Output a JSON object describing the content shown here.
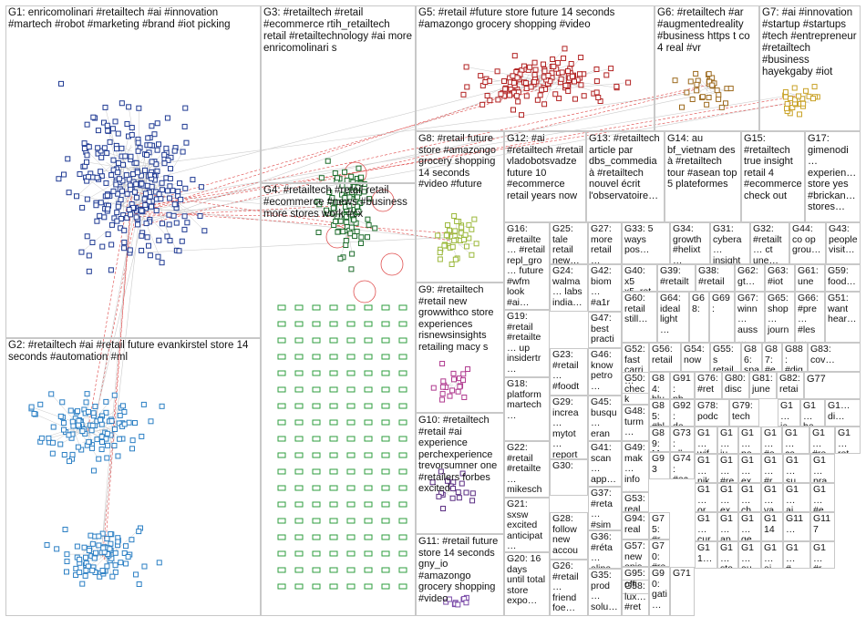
{
  "groups": [
    {
      "id": "G1",
      "label": "G1: enricomolinari #retailtech #ai #innovation #martech #robot #marketing #brand #iot picking",
      "color": "#1f3a93"
    },
    {
      "id": "G2",
      "label": "G2: #retailtech #ai #retail future evankirstel store 14 seconds #automation #ml",
      "color": "#2b7fc4"
    },
    {
      "id": "G3",
      "label": "G3: #retailtech #retail #ecommerce rtih_retailtech retail #retailtechnology #ai more enricomolinari s",
      "color": "#1c6b2a"
    },
    {
      "id": "G4",
      "label": "G4: #retailtech #retail retail #ecommerce #news #business more stores work #cx",
      "color": "#2e9e3e"
    },
    {
      "id": "G5",
      "label": "G5: #retail #future store future 14 seconds #amazongo grocery shopping #video",
      "color": "#b22222"
    },
    {
      "id": "G6",
      "label": "G6: #retailtech #ar #augmentedreality #business https t co 4 real #vr",
      "color": "#9c6a1e"
    },
    {
      "id": "G7",
      "label": "G7: #ai #innovation #startup #startups #tech #entrepreneur #retailtech #business hayekgaby #iot",
      "color": "#c9a227"
    },
    {
      "id": "G8",
      "label": "G8: #retail future store #amazongo grocery shopping 14 seconds #video #future",
      "color": "#9bb83a"
    },
    {
      "id": "G9",
      "label": "G9: #retailtech #retail new growwithco store experiences risnewsinsights retailing macy s",
      "color": "#b03a8f"
    },
    {
      "id": "G10",
      "label": "G10: #retailtech #retail #ai experience perchexperience trevorsumner one #retailers forbes excited",
      "color": "#5a2d82"
    },
    {
      "id": "G11",
      "label": "G11: #retail future store 14 seconds gny_io #amazongo grocery shopping #video",
      "color": "#7a4aa8"
    },
    {
      "id": "G12",
      "label": "G12: #ai #retailtech #retail vladobotsvadze future 10 #ecommerce retail years now",
      "color": "#3a7a3a"
    },
    {
      "id": "G13",
      "label": "G13: #retailtech article par dbs_commedia à #retailtech nouvel écrit l'observatoire…",
      "color": "#444444"
    },
    {
      "id": "G14",
      "label": "G14: au bf_vietnam des à #retailtech tour #asean top 5 plateformes",
      "color": "#777777"
    },
    {
      "id": "G15",
      "label": "G15: #retailtech true insight retail 4 #ecommerce check out",
      "color": "#666666"
    },
    {
      "id": "G17",
      "label": "G17: gimenodi… experien… store yes #brickan… stores…",
      "color": "#555555"
    },
    {
      "id": "G16",
      "label": "G16: #retailte… #retail repl_gro… future #wfm look #ai…",
      "color": "#6a8a2a"
    },
    {
      "id": "G25",
      "label": "G25: tale retail new…",
      "color": "#888888"
    },
    {
      "id": "G27",
      "label": "G27: more retail…",
      "color": "#cc3366"
    },
    {
      "id": "G33",
      "label": "G33: 5 ways pos…",
      "color": "#999999"
    },
    {
      "id": "G34",
      "label": "G34: growth #helixt…",
      "color": "#444444"
    },
    {
      "id": "G31",
      "label": "G31: cybera… insight…",
      "color": "#777777"
    },
    {
      "id": "G32",
      "label": "G32: #retailt… ct une…",
      "color": "#777777"
    },
    {
      "id": "G44",
      "label": "G44: co op grou…",
      "color": "#777777"
    },
    {
      "id": "G43",
      "label": "G43: people visit…",
      "color": "#777777"
    },
    {
      "id": "G24",
      "label": "G24: walma… labs india…",
      "color": "#555555"
    },
    {
      "id": "G42",
      "label": "G42: biom… #a1r…",
      "color": "#a0306a"
    },
    {
      "id": "G40",
      "label": "G40: x5 x5_ret…",
      "color": "#777777"
    },
    {
      "id": "G39",
      "label": "G39: #retailt…",
      "color": "#777777"
    },
    {
      "id": "G38",
      "label": "G38: #retail…",
      "color": "#777777"
    },
    {
      "id": "G62",
      "label": "G62: gt…",
      "color": "#777777"
    },
    {
      "id": "G63",
      "label": "G63: #iot…",
      "color": "#777777"
    },
    {
      "id": "G61",
      "label": "G61: une…",
      "color": "#777777"
    },
    {
      "id": "G59",
      "label": "G59: food…",
      "color": "#777777"
    },
    {
      "id": "G19",
      "label": "G19: #retail #retailte… up insidertr…",
      "color": "#8a5a2a"
    },
    {
      "id": "G47",
      "label": "G47: best practi…",
      "color": "#777777"
    },
    {
      "id": "G60",
      "label": "G60: retail still…",
      "color": "#777777"
    },
    {
      "id": "G64",
      "label": "G64: ideal light…",
      "color": "#777777"
    },
    {
      "id": "G68",
      "label": "G68:",
      "color": "#3a9a3a"
    },
    {
      "id": "G69",
      "label": "G69:",
      "color": "#777777"
    },
    {
      "id": "G67",
      "label": "G67: winn… auss…",
      "color": "#777777"
    },
    {
      "id": "G65",
      "label": "G65: shop… journ…",
      "color": "#777777"
    },
    {
      "id": "G66",
      "label": "G66: #pre… #les…",
      "color": "#777777"
    },
    {
      "id": "G51",
      "label": "G51: want hear…",
      "color": "#777777"
    },
    {
      "id": "G23",
      "label": "G23: #retail… #foodt… apply…",
      "color": "#777777"
    },
    {
      "id": "G46",
      "label": "G46: know petro…",
      "color": "#777777"
    },
    {
      "id": "G52",
      "label": "G52: fast carri…",
      "color": "#777777"
    },
    {
      "id": "G56",
      "label": "G56: retail…",
      "color": "#777777"
    },
    {
      "id": "G54",
      "label": "G54: now…",
      "color": "#777777"
    },
    {
      "id": "G55",
      "label": "G55: s retail…",
      "color": "#777777"
    },
    {
      "id": "G86",
      "label": "G86: spa…",
      "color": "#777777"
    },
    {
      "id": "G87",
      "label": "G87: #ec…",
      "color": "#777777"
    },
    {
      "id": "G88",
      "label": "G88: #dig…",
      "color": "#777777"
    },
    {
      "id": "G83",
      "label": "G83: cov…",
      "color": "#777777"
    },
    {
      "id": "G18",
      "label": "G18: platform martech…",
      "color": "#777777"
    },
    {
      "id": "G50",
      "label": "G50: check out…",
      "color": "#777777"
    },
    {
      "id": "G84",
      "label": "G84: blu…",
      "color": "#777777"
    },
    {
      "id": "G91",
      "label": "G91: ph…",
      "color": "#777777"
    },
    {
      "id": "G76",
      "label": "G76: #ret…",
      "color": "#777777"
    },
    {
      "id": "G80",
      "label": "G80: disc…",
      "color": "#777777"
    },
    {
      "id": "G81",
      "label": "G81: june…",
      "color": "#777777"
    },
    {
      "id": "G82",
      "label": "G82: retai…",
      "color": "#777777"
    },
    {
      "id": "G77",
      "label": "G77",
      "color": "#777777"
    },
    {
      "id": "G45",
      "label": "G45: busqu… eran…",
      "color": "#777777"
    },
    {
      "id": "G85",
      "label": "G85: #bl…",
      "color": "#777777"
    },
    {
      "id": "G92",
      "label": "G92: de…",
      "color": "#777777"
    },
    {
      "id": "G78",
      "label": "G78: podc…",
      "color": "#777777"
    },
    {
      "id": "G79",
      "label": "G79: tech…",
      "color": "#777777"
    },
    {
      "id": "G29",
      "label": "G29: increa… mytot… report…",
      "color": "#777777"
    },
    {
      "id": "G48",
      "label": "G48: turm…",
      "color": "#777777"
    },
    {
      "id": "G89",
      "label": "G89: M…",
      "color": "#777777"
    },
    {
      "id": "G73",
      "label": "G73: alk…",
      "color": "#777777"
    },
    {
      "id": "G10x",
      "label": "G1… wif…",
      "color": "#777777"
    },
    {
      "id": "G22",
      "label": "G22: #retail #retailte… mikesch…",
      "color": "#777777"
    },
    {
      "id": "G30",
      "label": "G30:",
      "color": "#777777"
    },
    {
      "id": "G41",
      "label": "G41: scan… app…",
      "color": "#777777"
    },
    {
      "id": "G49",
      "label": "G49: mak… info…",
      "color": "#777777"
    },
    {
      "id": "G93",
      "label": "G93",
      "color": "#777777"
    },
    {
      "id": "G74",
      "label": "G74: #ec…",
      "color": "#777777"
    },
    {
      "id": "G21",
      "label": "G21: sxsw excited anticipat…",
      "color": "#777777"
    },
    {
      "id": "G37",
      "label": "G37: #reta… #sim…",
      "color": "#777777"
    },
    {
      "id": "G53",
      "label": "G53: real…",
      "color": "#777777"
    },
    {
      "id": "G94",
      "label": "G94: real…",
      "color": "#777777"
    },
    {
      "id": "G75",
      "label": "G75: #r…",
      "color": "#777777"
    },
    {
      "id": "G28",
      "label": "G28: follow new accou…",
      "color": "#777777"
    },
    {
      "id": "G36",
      "label": "G36: #réta… alipa…",
      "color": "#777777"
    },
    {
      "id": "G57",
      "label": "G57: new epis…",
      "color": "#777777"
    },
    {
      "id": "G95",
      "label": "G95: offi…",
      "color": "#777777"
    },
    {
      "id": "G70",
      "label": "G70: #re…",
      "color": "#777777"
    },
    {
      "id": "G20",
      "label": "G20: 16 days until total store expo…",
      "color": "#777777"
    },
    {
      "id": "G26",
      "label": "G26: #retail… friend foe…",
      "color": "#777777"
    },
    {
      "id": "G35",
      "label": "G35: prod… solu…",
      "color": "#777777"
    },
    {
      "id": "G58",
      "label": "G58: lux… #ret…",
      "color": "#777777"
    },
    {
      "id": "G90",
      "label": "G90: gati…",
      "color": "#777777"
    },
    {
      "id": "G71",
      "label": "G71",
      "color": "#777777"
    }
  ],
  "extra_cells": [
    "G1… ia…",
    "G1… be…",
    "G1… di…",
    "G1… ju…",
    "G1… pe…",
    "G1… #e…",
    "G1… ca…",
    "G1… #re…",
    "G1… ret…",
    "G1… nik…",
    "G1… #re…",
    "G1… ex…",
    "G1… #r…",
    "G1… su…",
    "G1… pra…",
    "G1… or…",
    "G1… ex…",
    "G1… ch…",
    "G1… va…",
    "G1… ai…",
    "G1… #e…",
    "G1… cur…",
    "G1… ap…",
    "G1… ge…",
    "G114",
    "G11…",
    "G117",
    "G11…",
    "G1… sto…",
    "G1… au…",
    "G1… ai…",
    "G1… #…",
    "G1… #r…"
  ]
}
